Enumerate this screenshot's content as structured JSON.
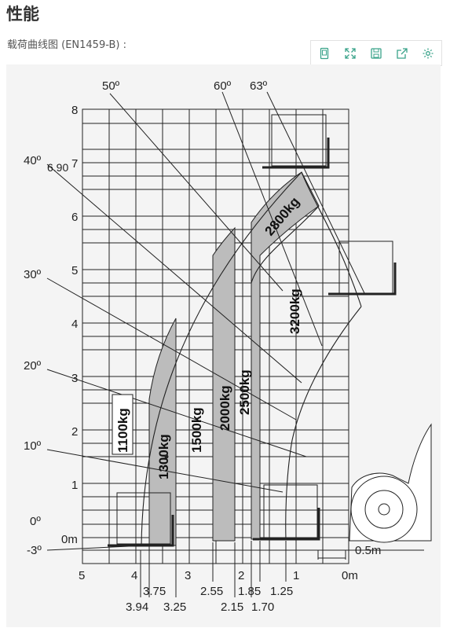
{
  "page": {
    "title": "性能",
    "subtitle": "载荷曲线图 (EN1459-B) :"
  },
  "toolbar": {
    "icons": [
      "phone-view-icon",
      "fullscreen-icon",
      "save-icon",
      "share-icon",
      "settings-icon"
    ]
  },
  "chart": {
    "y_ticks": [
      "8",
      "7",
      "6",
      "5",
      "4",
      "3",
      "2",
      "1",
      "0m"
    ],
    "x_ticks_top_row": [
      "5",
      "4",
      "3",
      "2",
      "1",
      "0m"
    ],
    "x_ticks_mid_row": [
      "3.75",
      "2.55",
      "1.85",
      "1.25"
    ],
    "x_ticks_bottom_row": [
      "3.94",
      "3.25",
      "2.15",
      "1.70"
    ],
    "angles": [
      "50º",
      "60º",
      "63º",
      "40º",
      "30º",
      "20º",
      "10º",
      "0º",
      "-3º"
    ],
    "height_marker": "6.90",
    "offset_marker": "0.5m",
    "capacities": [
      "1100kg",
      "1300kg",
      "1500kg",
      "2000kg",
      "2500kg",
      "2800kg",
      "3200kg"
    ],
    "colors": {
      "zone": "#bcbcbc",
      "grid": "#222222",
      "background": "#f4f4f4"
    }
  }
}
